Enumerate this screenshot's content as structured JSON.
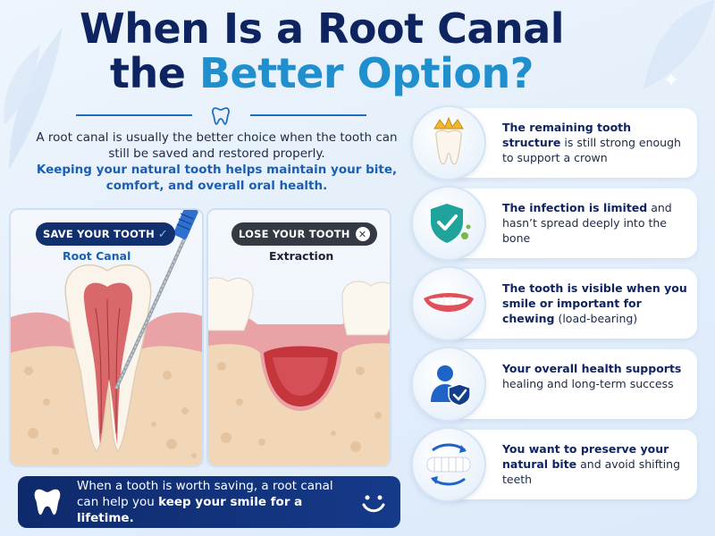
{
  "title": {
    "line1": "When Is a Root Canal",
    "line2_prefix": "the ",
    "line2_highlight": "Better Option?"
  },
  "intro": {
    "text": "A root canal is usually the better choice when the tooth can still be saved and restored properly.",
    "emphasis": "Keeping your natural tooth helps maintain your bite, comfort, and overall oral health."
  },
  "comparison": {
    "left": {
      "badge": "SAVE YOUR TOOTH",
      "label": "Root Canal"
    },
    "right": {
      "badge": "LOSE YOUR TOOTH",
      "label": "Extraction"
    }
  },
  "banner": {
    "text": "When a tooth is worth saving, a root canal can help you ",
    "emphasis": "keep your smile for a lifetime."
  },
  "criteria": [
    {
      "icon": "crowned-tooth-icon",
      "bold": "The remaining tooth structure",
      "text": " is still strong enough to support a crown"
    },
    {
      "icon": "shield-check-icon",
      "bold": "The infection is limited",
      "text": " and hasn’t spread deeply into the bone"
    },
    {
      "icon": "smile-icon",
      "bold": "The tooth is visible when you smile or important for chewing",
      "text": " (load-bearing)"
    },
    {
      "icon": "health-person-icon",
      "bold": "Your overall health supports",
      "text": " healing and long-term success"
    },
    {
      "icon": "teeth-arrows-icon",
      "bold": "You want to preserve your natural bite",
      "text": " and avoid shifting teeth"
    }
  ],
  "colors": {
    "navy": "#0e2461",
    "accent": "#1f8fce",
    "link_blue": "#1a5fb4",
    "gum": "#e8a3a6",
    "bone": "#f0d6b8"
  }
}
